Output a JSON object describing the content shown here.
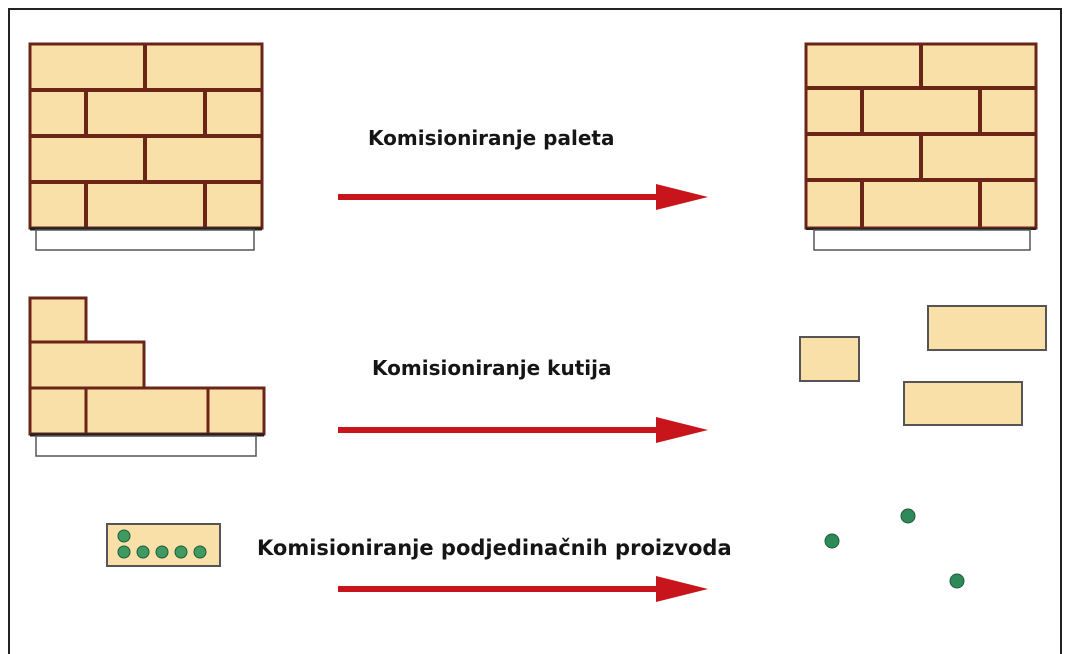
{
  "colors": {
    "brick_fill": "#f9dfa8",
    "mortar": "#6b2418",
    "pallet_stroke": "#555555",
    "arrow": "#c8151c",
    "item_fill": "#3f9a62",
    "item_stroke": "#1f5a3a",
    "frame": "#222222"
  },
  "rows": [
    {
      "label": "Komisioniranje paleta"
    },
    {
      "label": "Komisioniranje kutija"
    },
    {
      "label": "Komisioniranje podjedinačnih proizvoda"
    }
  ]
}
